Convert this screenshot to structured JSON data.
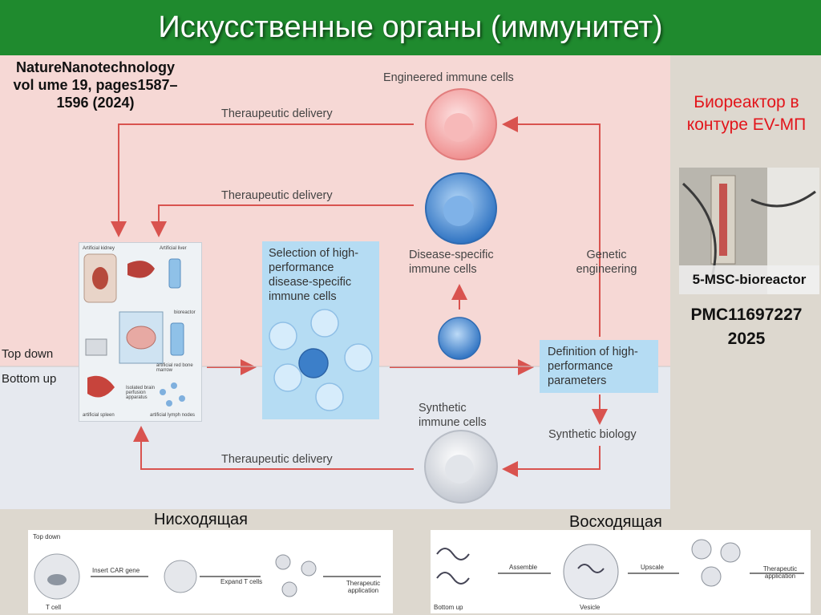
{
  "slide": {
    "title": "Искусственные органы (иммунитет)",
    "reference": "NatureNanotechnology vol ume 19, pages1587–1596 (2024)"
  },
  "diagram": {
    "engineered_cells": "Engineered immune cells",
    "delivery_1": "Theraupeutic delivery",
    "delivery_2": "Theraupeutic delivery",
    "delivery_3": "Theraupeutic delivery",
    "disease_cells": "Disease-specific immune cells",
    "genetic_engineering": "Genetic engineering",
    "selection_box": "Selection of high-performance disease-specific immune cells",
    "definition_box": "Definition of high-performance parameters",
    "synthetic_cells": "Synthetic immune cells",
    "synthetic_biology": "Synthetic biology",
    "top_down": "Top down",
    "bottom_up": "Bottom up",
    "organs": {
      "kidney": "Artificial kidney",
      "liver": "Artificial liver",
      "bioreactor": "bioreactor",
      "bone_marrow": "artificial red bone marrow",
      "brain": "Isolated brain perfusion apparatus",
      "spleen": "artificial spleen",
      "lymph": "artificial lymph nodes"
    }
  },
  "side": {
    "bioreactor_title": "Биореактор в контуре EV-МП",
    "photo_caption": "5-MSC-bioreactor",
    "pmc": "PMC11697227 2025"
  },
  "bottom": {
    "descending": "Нисходящая",
    "ascending": "Восходящая",
    "top_down_strip": {
      "label": "Top down",
      "step1": "Insert CAR gene",
      "step2": "Expand T cells",
      "step3": "Therapeutic application",
      "cell": "T cell"
    },
    "bottom_up_strip": {
      "label": "Bottom up",
      "step1": "Assemble",
      "step2": "Upscale",
      "step3": "Therapeutic application",
      "vesicle": "Vesicle"
    }
  },
  "colors": {
    "header_green": "#1f8a2e",
    "arrow_red": "#d9534f",
    "engineered_pink": "#f2a5a5",
    "disease_blue": "#4a8fd6",
    "synthetic_grey": "#d7dbe2"
  }
}
